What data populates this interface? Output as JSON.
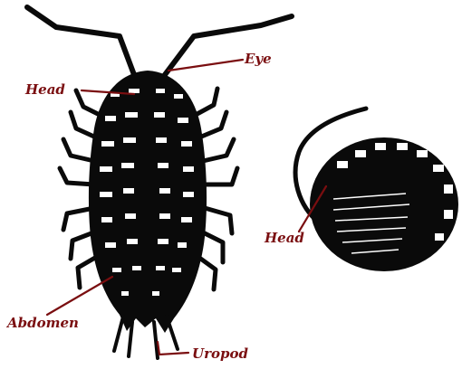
{
  "labels": {
    "head_top": "Head",
    "eye": "Eye",
    "head_curled": "Head",
    "abdomen": "Abdomen",
    "uropod": "Uropod"
  },
  "colors": {
    "label": "#7a0e10",
    "ink": "#0a0a0a",
    "background": "#ffffff"
  }
}
